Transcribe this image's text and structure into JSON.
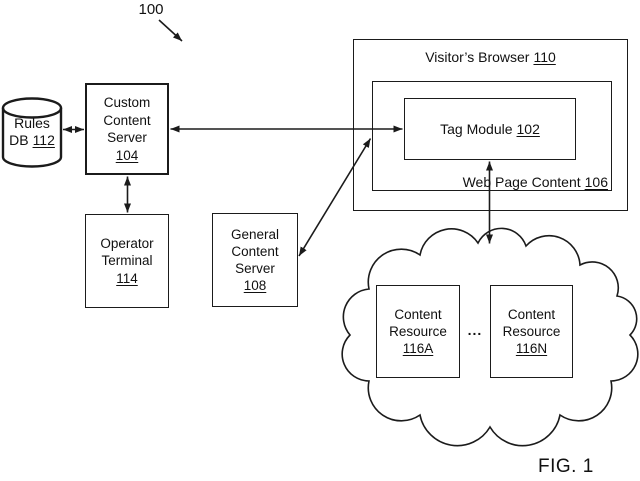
{
  "figure": {
    "reference_label": "100",
    "caption": "FIG. 1"
  },
  "colors": {
    "line": "#1b1b1b",
    "text": "#111111",
    "background": "#ffffff"
  },
  "nodes": {
    "rules_db": {
      "line1": "Rules",
      "line2_prefix": "DB",
      "ref": "112"
    },
    "custom_content_server": {
      "line1": "Custom",
      "line2": "Content",
      "line3": "Server",
      "ref": "104"
    },
    "operator_terminal": {
      "line1": "Operator",
      "line2": "Terminal",
      "ref": "114"
    },
    "general_content_server": {
      "line1": "General",
      "line2": "Content",
      "line3": "Server",
      "ref": "108"
    },
    "visitors_browser": {
      "title": "Visitor’s Browser",
      "ref": "110"
    },
    "web_page_content": {
      "label": "Web Page Content",
      "ref": "106"
    },
    "tag_module": {
      "label": "Tag Module",
      "ref": "102"
    },
    "content_resource_a": {
      "line1": "Content",
      "line2": "Resource",
      "ref": "116A"
    },
    "content_resource_n": {
      "line1": "Content",
      "line2": "Resource",
      "ref": "116N"
    },
    "ellipsis": "..."
  }
}
